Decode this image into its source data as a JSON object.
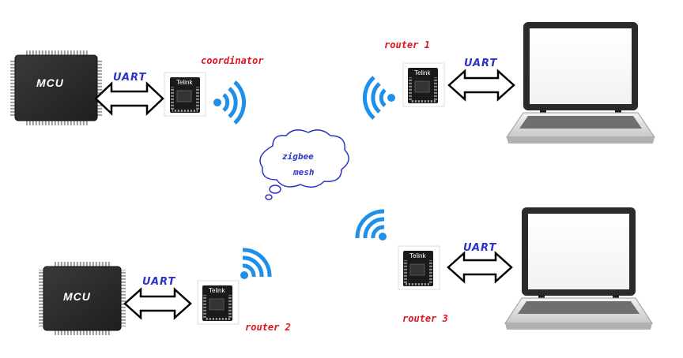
{
  "labels": {
    "coordinator": "coordinator",
    "router1": "router 1",
    "router2": "router 2",
    "router3": "router 3",
    "uart": "UART",
    "mcu": "MCU",
    "cloud_line1": "zigbee",
    "cloud_line2": "mesh",
    "module_brand": "Telink"
  },
  "colors": {
    "label_red": "#e0141e",
    "label_blue": "#2a35c8",
    "wifi_blue": "#1f8fe8",
    "chip_dark": "#2b2b2b"
  },
  "icons": [
    "mcu-chip",
    "telink-module",
    "double-arrow",
    "wifi-signal",
    "laptop",
    "thought-cloud"
  ]
}
